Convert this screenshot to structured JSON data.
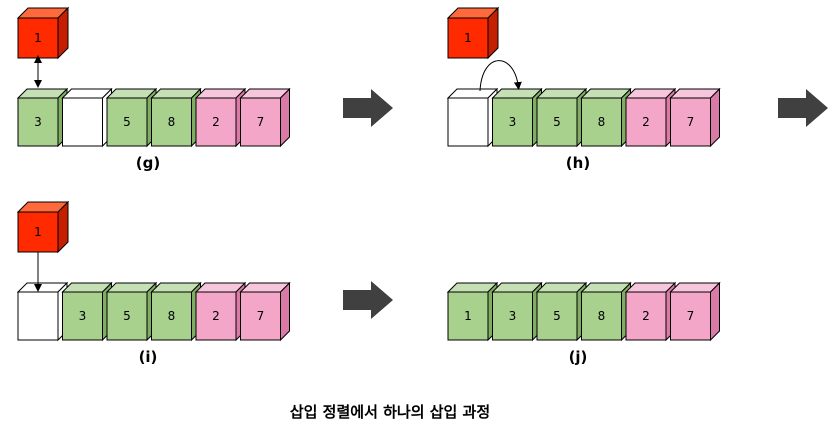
{
  "colors": {
    "green": {
      "front": "#a9d18e",
      "top": "#c5e0b4",
      "side": "#7fae63"
    },
    "pink": {
      "front": "#f4a6c8",
      "top": "#f8c6dc",
      "side": "#d97aa7"
    },
    "white": {
      "front": "#ffffff",
      "top": "#ffffff",
      "side": "#ffffff"
    },
    "red": {
      "front": "#ff2a00",
      "top": "#ff6a3d",
      "side": "#c41f00"
    },
    "stroke": "#000000",
    "arrow": "#404040"
  },
  "panels": [
    {
      "id": "g",
      "label": "(g)",
      "key": {
        "value": "1",
        "color": "red"
      },
      "connector": "double-arrow",
      "cells": [
        {
          "value": "3",
          "color": "green"
        },
        {
          "value": "",
          "color": "white"
        },
        {
          "value": "5",
          "color": "green"
        },
        {
          "value": "8",
          "color": "green"
        },
        {
          "value": "2",
          "color": "pink"
        },
        {
          "value": "7",
          "color": "pink"
        }
      ]
    },
    {
      "id": "h",
      "label": "(h)",
      "key": {
        "value": "1",
        "color": "red"
      },
      "connector": "curved-arrow",
      "cells": [
        {
          "value": "",
          "color": "white"
        },
        {
          "value": "3",
          "color": "green"
        },
        {
          "value": "5",
          "color": "green"
        },
        {
          "value": "8",
          "color": "green"
        },
        {
          "value": "2",
          "color": "pink"
        },
        {
          "value": "7",
          "color": "pink"
        }
      ]
    },
    {
      "id": "i",
      "label": "(i)",
      "key": {
        "value": "1",
        "color": "red"
      },
      "connector": "down-arrow",
      "cells": [
        {
          "value": "",
          "color": "white"
        },
        {
          "value": "3",
          "color": "green"
        },
        {
          "value": "5",
          "color": "green"
        },
        {
          "value": "8",
          "color": "green"
        },
        {
          "value": "2",
          "color": "pink"
        },
        {
          "value": "7",
          "color": "pink"
        }
      ]
    },
    {
      "id": "j",
      "label": "(j)",
      "key": null,
      "connector": "none",
      "cells": [
        {
          "value": "1",
          "color": "green"
        },
        {
          "value": "3",
          "color": "green"
        },
        {
          "value": "5",
          "color": "green"
        },
        {
          "value": "8",
          "color": "green"
        },
        {
          "value": "2",
          "color": "pink"
        },
        {
          "value": "7",
          "color": "pink"
        }
      ]
    }
  ],
  "caption": "삽입 정렬에서 하나의 삽입 과정"
}
